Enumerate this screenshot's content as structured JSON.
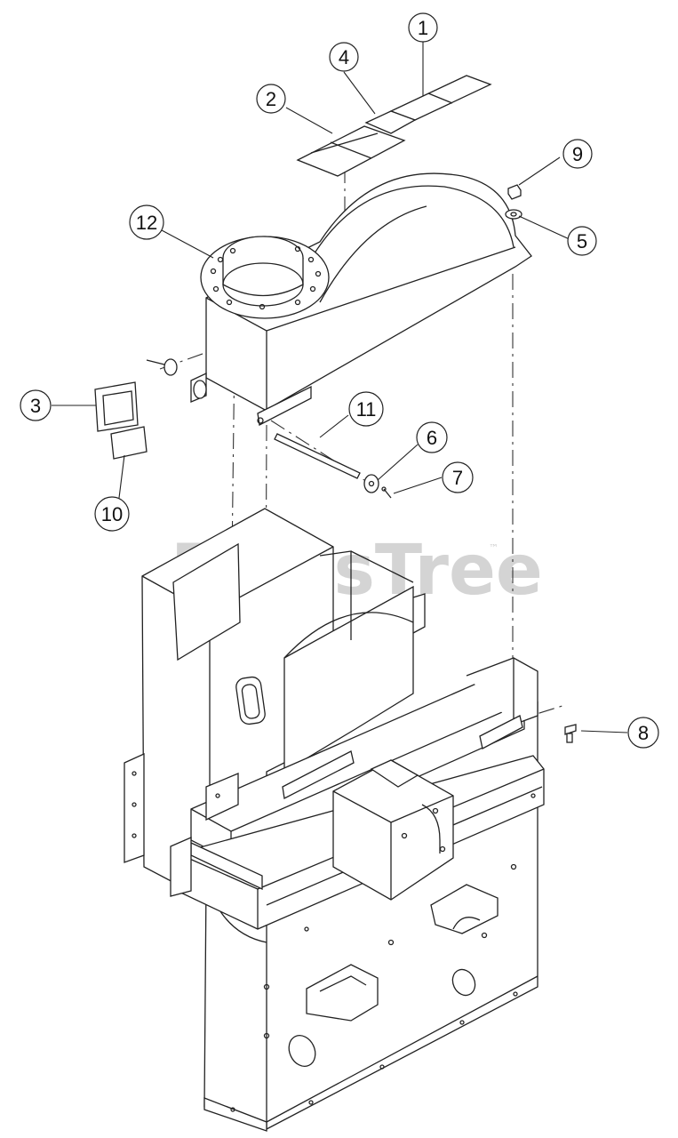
{
  "watermark": {
    "text": "PartsTree",
    "trademark": "™"
  },
  "callouts": [
    {
      "id": "c1",
      "label": "1"
    },
    {
      "id": "c2",
      "label": "2"
    },
    {
      "id": "c3",
      "label": "3"
    },
    {
      "id": "c4",
      "label": "4"
    },
    {
      "id": "c5",
      "label": "5"
    },
    {
      "id": "c6",
      "label": "6"
    },
    {
      "id": "c7",
      "label": "7"
    },
    {
      "id": "c8",
      "label": "8"
    },
    {
      "id": "c9",
      "label": "9"
    },
    {
      "id": "c10",
      "label": "10"
    },
    {
      "id": "c11",
      "label": "11"
    },
    {
      "id": "c12",
      "label": "12"
    }
  ],
  "colors": {
    "line": "#222222",
    "watermark": "#d4d4d4",
    "background": "#ffffff"
  }
}
